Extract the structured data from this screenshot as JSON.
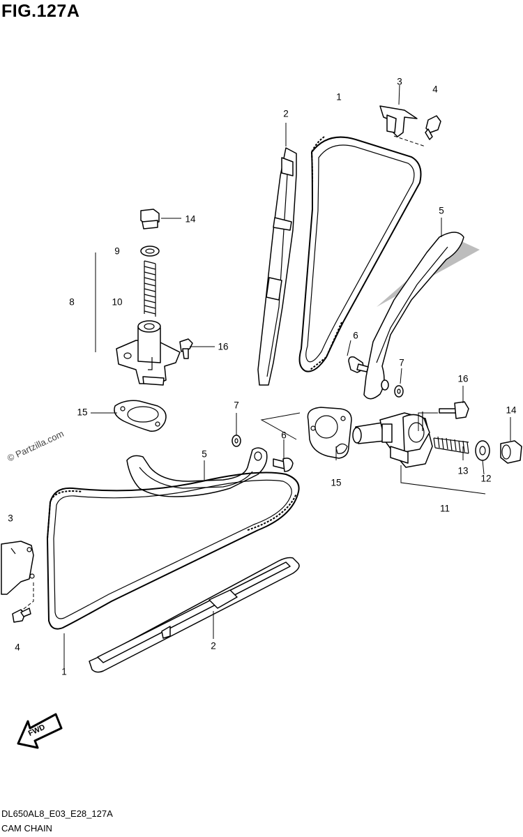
{
  "figure": {
    "title": "FIG.127A",
    "code": "DL650AL8_E03_E28_127A",
    "subtitle": "CAM CHAIN",
    "watermark": "© Partzilla.com",
    "direction_label": "FWD"
  },
  "callouts": [
    {
      "id": "c1a",
      "text": "1"
    },
    {
      "id": "c1b",
      "text": "1"
    },
    {
      "id": "c2a",
      "text": "2"
    },
    {
      "id": "c2b",
      "text": "2"
    },
    {
      "id": "c3a",
      "text": "3"
    },
    {
      "id": "c3b",
      "text": "3"
    },
    {
      "id": "c4a",
      "text": "4"
    },
    {
      "id": "c4b",
      "text": "4"
    },
    {
      "id": "c5a",
      "text": "5"
    },
    {
      "id": "c5b",
      "text": "5"
    },
    {
      "id": "c6a",
      "text": "6"
    },
    {
      "id": "c6b",
      "text": "6"
    },
    {
      "id": "c7a",
      "text": "7"
    },
    {
      "id": "c7b",
      "text": "7"
    },
    {
      "id": "c8",
      "text": "8"
    },
    {
      "id": "c9",
      "text": "9"
    },
    {
      "id": "c10",
      "text": "10"
    },
    {
      "id": "c11",
      "text": "11"
    },
    {
      "id": "c12",
      "text": "12"
    },
    {
      "id": "c13",
      "text": "13"
    },
    {
      "id": "c14a",
      "text": "14"
    },
    {
      "id": "c14b",
      "text": "14"
    },
    {
      "id": "c15a",
      "text": "15"
    },
    {
      "id": "c15b",
      "text": "15"
    },
    {
      "id": "c16a",
      "text": "16"
    },
    {
      "id": "c16b",
      "text": "16"
    }
  ]
}
